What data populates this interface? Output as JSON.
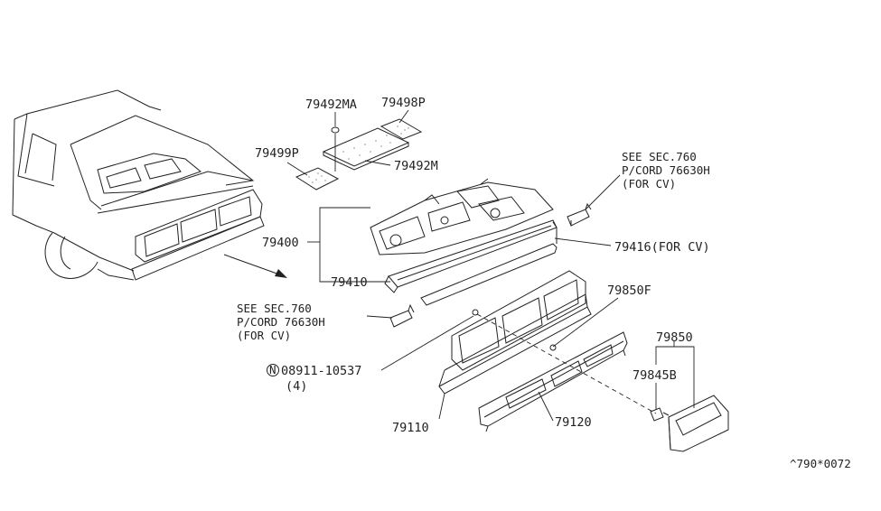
{
  "diagram": {
    "part_labels": {
      "p79492MA": "79492MA",
      "p79498P": "79498P",
      "p79499P": "79499P",
      "p79492M": "79492M",
      "p79400": "79400",
      "p79410": "79410",
      "p79416": "79416(FOR CV)",
      "p79850F": "79850F",
      "p79850": "79850",
      "p79845B": "79845B",
      "p79110": "79110",
      "p79120": "79120",
      "p08911": "08911-10537",
      "p08911_qty": "(4)"
    },
    "notes": {
      "right": {
        "line1": "SEE SEC.760",
        "line2": "P/CORD 76630H",
        "line3": "(FOR CV)"
      },
      "left": {
        "line1": "SEE SEC.760",
        "line2": "P/CORD 76630H",
        "line3": "(FOR CV)"
      }
    },
    "nut_symbol": "N",
    "figure_code": "^790*0072"
  }
}
